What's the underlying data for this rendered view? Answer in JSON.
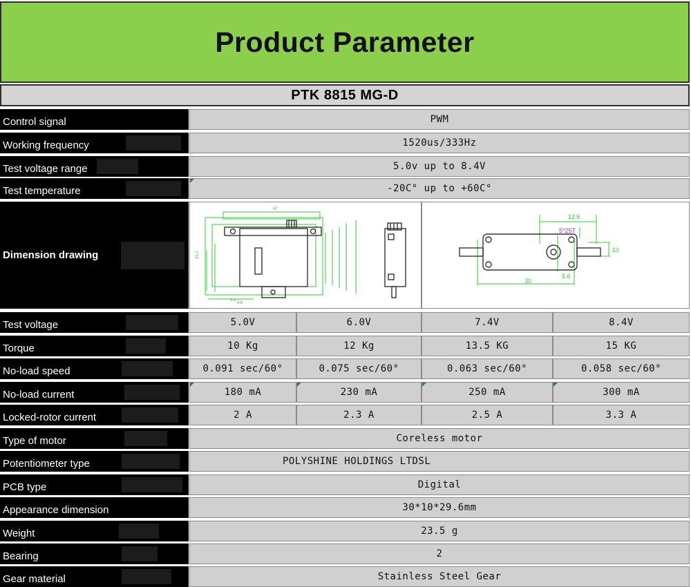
{
  "title": "Product Parameter",
  "model": "PTK 8815 MG-D",
  "rows": {
    "control_signal": {
      "label": "Control signal",
      "value": "PWM"
    },
    "working_frequency": {
      "label": "Working frequency",
      "value": "1520us/333Hz"
    },
    "test_voltage_range": {
      "label": "Test voltage range",
      "value": "5.0v up to 8.4V"
    },
    "test_temperature": {
      "label": "Test temperature",
      "value": "-20C° up to +60C°"
    },
    "dimension_drawing": {
      "label": "Dimension drawing"
    },
    "test_voltage": {
      "label": "Test voltage",
      "values": [
        "5.0V",
        "6.0V",
        "7.4V",
        "8.4V"
      ]
    },
    "torque": {
      "label": "Torque",
      "values": [
        "10 Kg",
        "12 Kg",
        "13.5 KG",
        "15 KG"
      ]
    },
    "no_load_speed": {
      "label": "No-load speed",
      "values": [
        "0.091 sec/60°",
        "0.075 sec/60°",
        "0.063 sec/60°",
        "0.058 sec/60°"
      ]
    },
    "no_load_current": {
      "label": "No-load current",
      "values": [
        "180 mA",
        "230 mA",
        "250 mA",
        "300 mA"
      ]
    },
    "locked_rotor_current": {
      "label": "Locked-rotor current",
      "values": [
        "2 A",
        "2.3 A",
        "2.5 A",
        "3.3 A"
      ]
    },
    "type_of_motor": {
      "label": "Type of motor",
      "value": "Coreless motor"
    },
    "potentiometer_type": {
      "label": "Potentiometer type",
      "value": "POLYSHINE HOLDINGS LTDSL"
    },
    "pcb_type": {
      "label": "PCB type",
      "value": "Digital"
    },
    "appearance_dimension": {
      "label": "Appearance dimension",
      "value": "30*10*29.6mm"
    },
    "weight": {
      "label": "Weight",
      "value": "23.5 g"
    },
    "bearing": {
      "label": "Bearing",
      "value": "2"
    },
    "gear_material": {
      "label": "Gear material",
      "value": "Stainless Steel Gear"
    }
  },
  "drawing_labels": {
    "d1": "12.6",
    "d2": "5*25T",
    "d3": "10",
    "d4": "6.6",
    "d5": "30"
  },
  "colors": {
    "banner": "#8ccf4d",
    "label_bg": "#000000",
    "value_bg": "#d0d0d0",
    "dim_line": "#33cc33",
    "spline": "#9933cc"
  }
}
